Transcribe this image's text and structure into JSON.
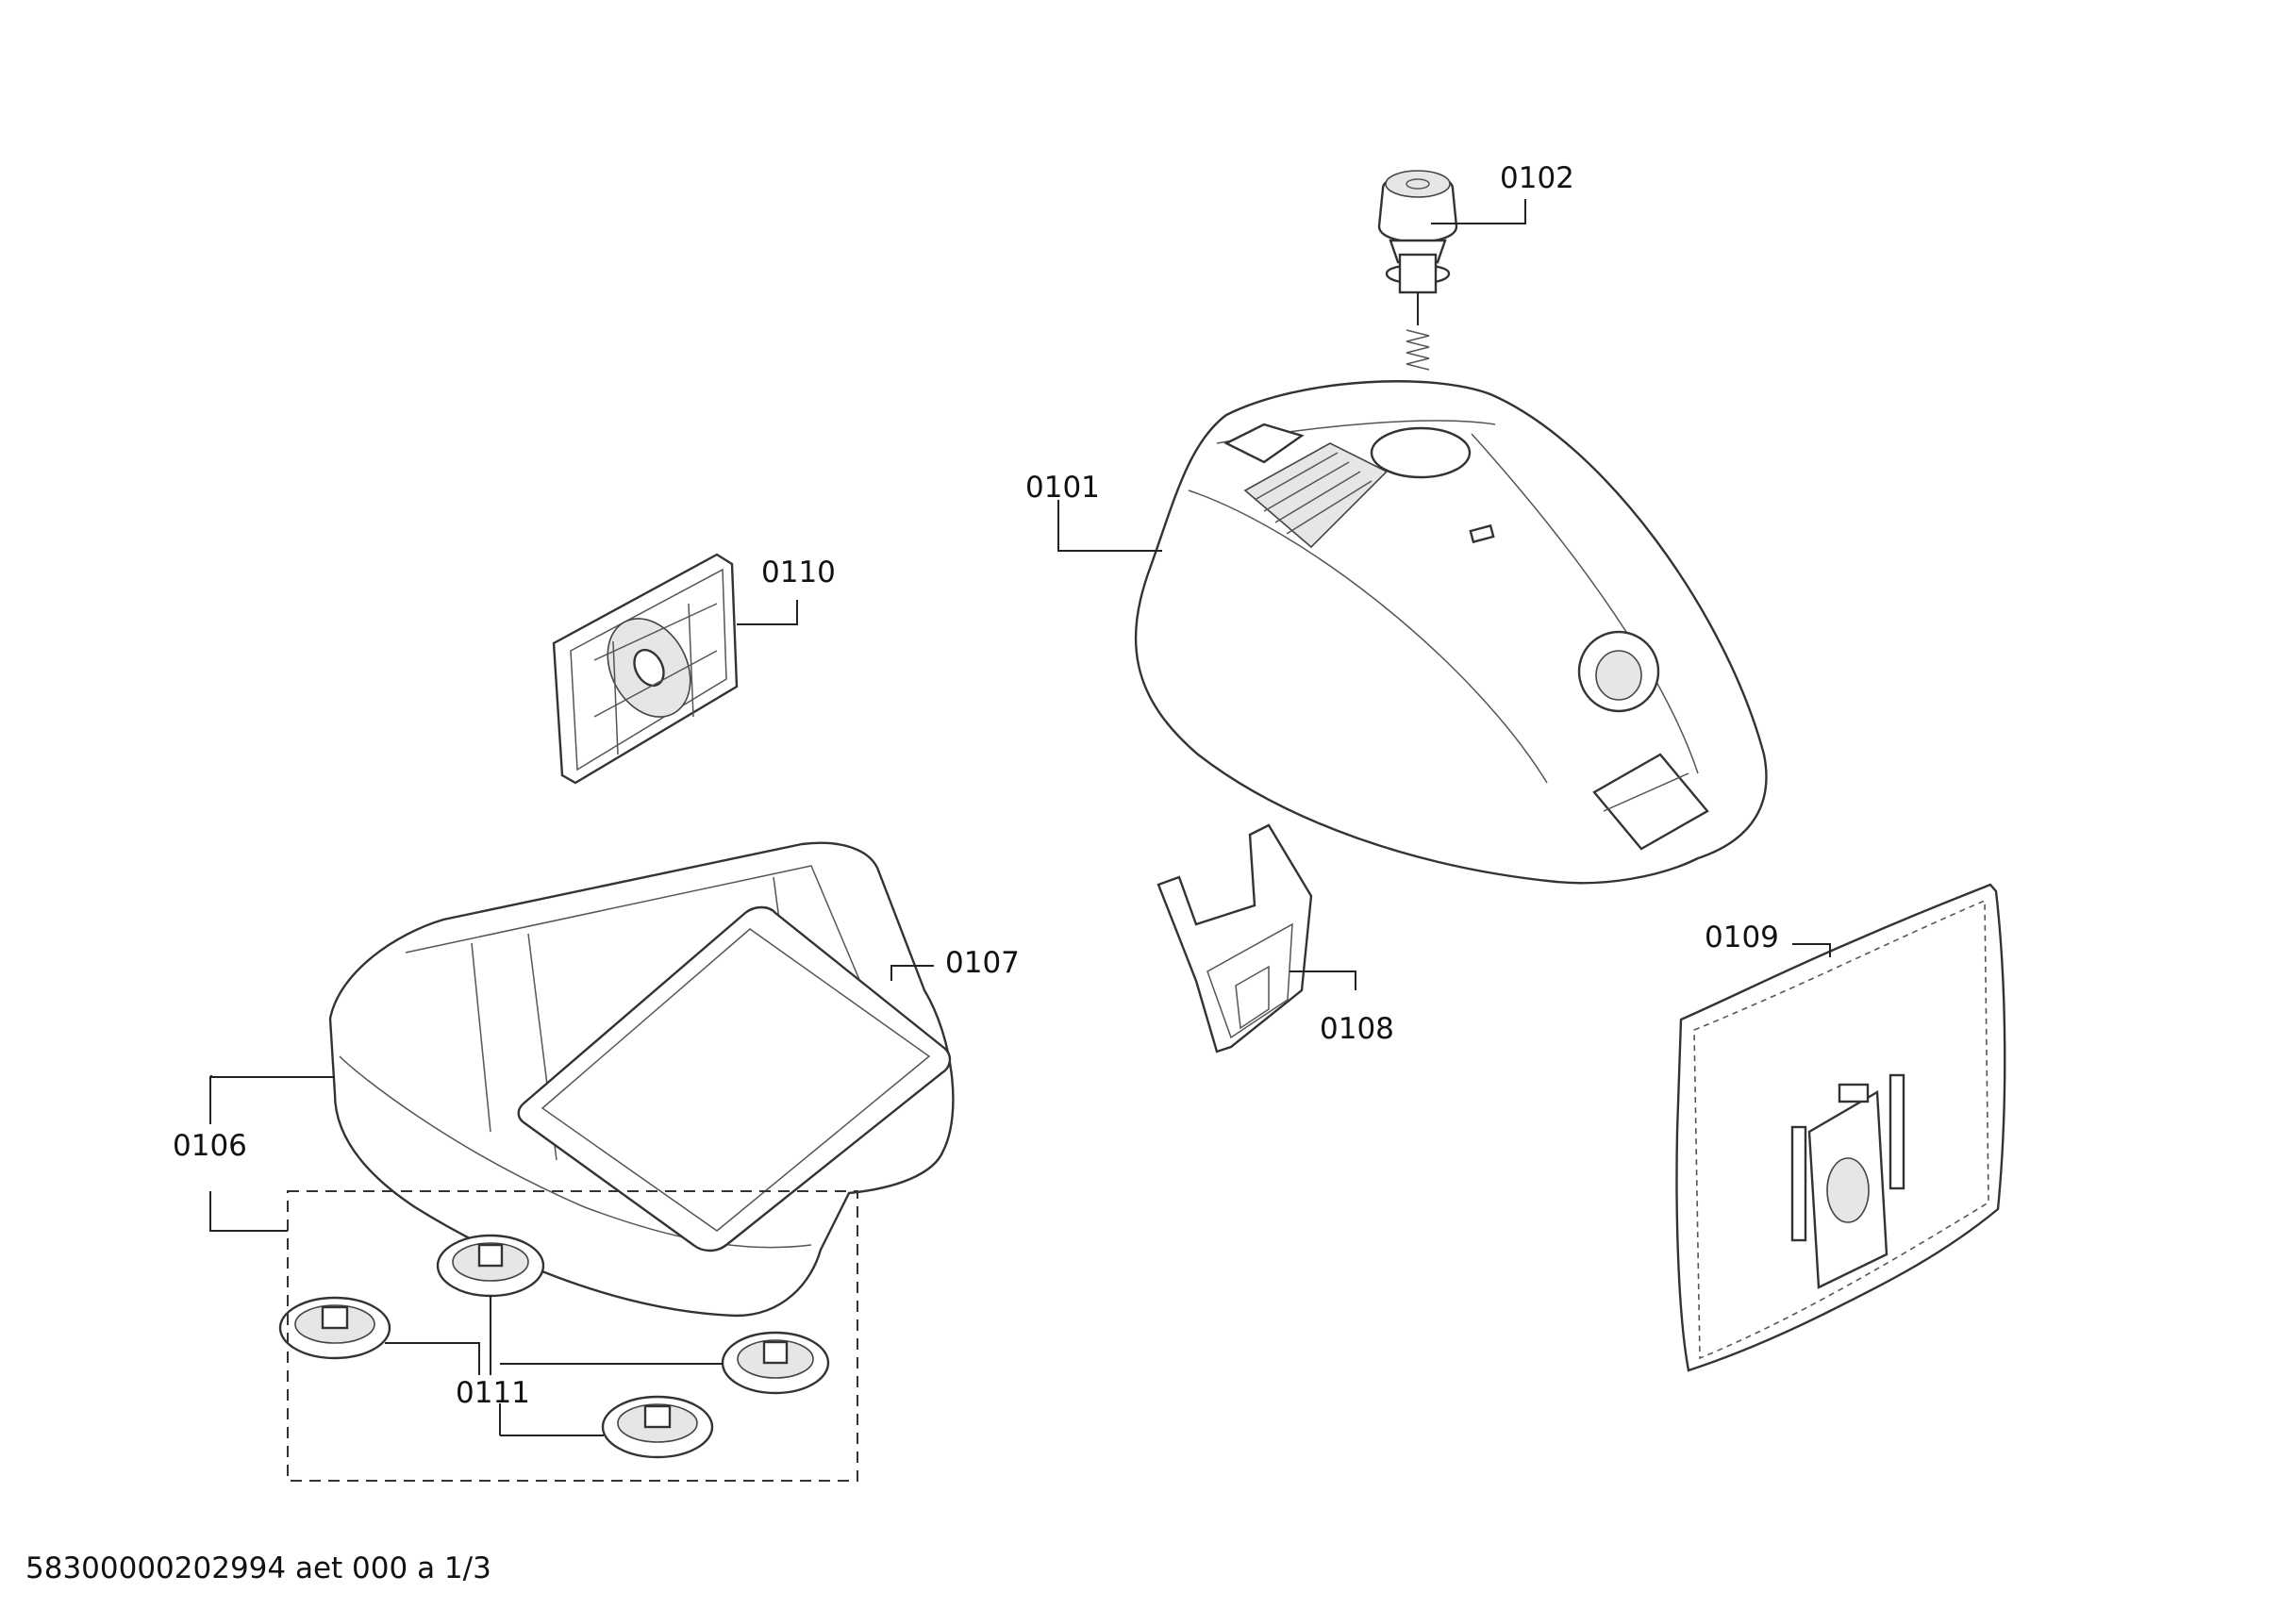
{
  "parts": {
    "p0101": "0101",
    "p0102": "0102",
    "p0106": "0106",
    "p0107": "0107",
    "p0108": "0108",
    "p0109": "0109",
    "p0110": "0110",
    "p0111": "0111"
  },
  "footer": {
    "doc_code": "58300000202994 aet 000 a 1/3"
  }
}
